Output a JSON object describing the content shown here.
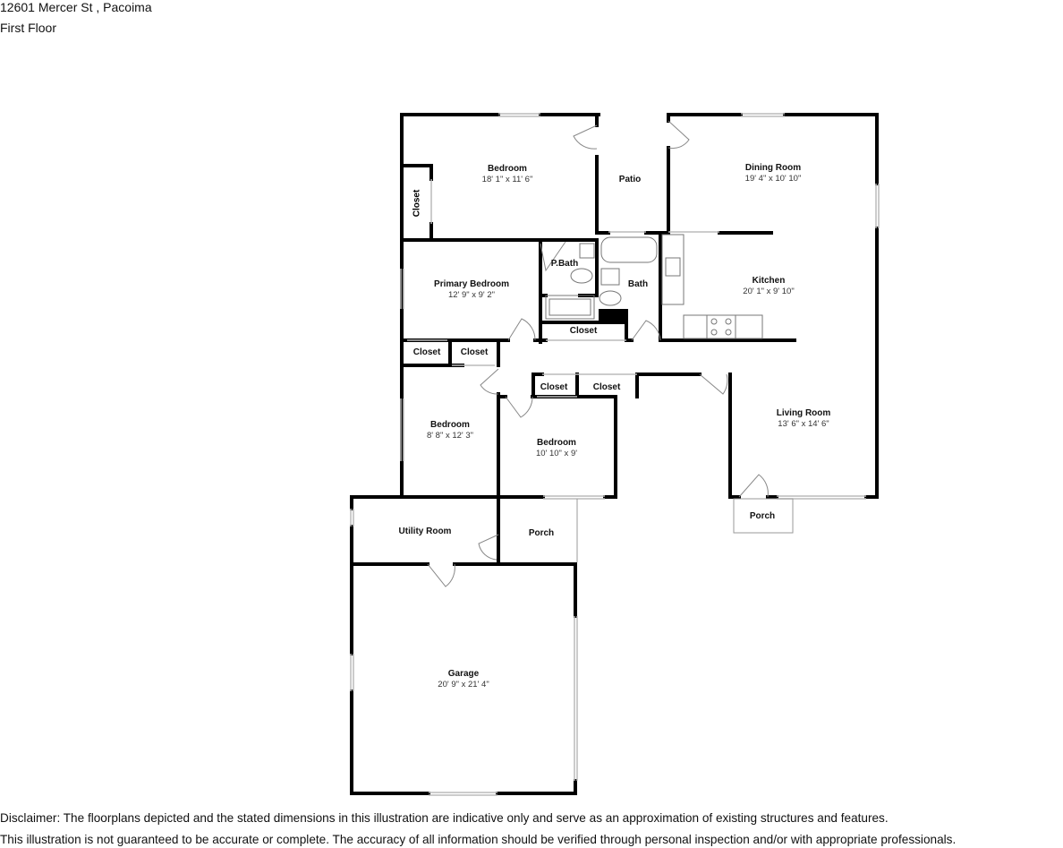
{
  "header": {
    "address": "12601 Mercer St , Pacoima",
    "floor": "First Floor"
  },
  "rooms": {
    "bedroom_top": {
      "name": "Bedroom",
      "dims": "18' 1\" x 11' 6\""
    },
    "closet_top": {
      "name": "Closet"
    },
    "patio": {
      "name": "Patio"
    },
    "dining_room": {
      "name": "Dining Room",
      "dims": "19' 4\" x 10' 10\""
    },
    "primary_bedroom": {
      "name": "Primary Bedroom",
      "dims": "12' 9\" x 9' 2\""
    },
    "p_bath": {
      "name": "P.Bath"
    },
    "bath": {
      "name": "Bath"
    },
    "kitchen": {
      "name": "Kitchen",
      "dims": "20' 1\" x 9' 10\""
    },
    "closet_hall": {
      "name": "Closet"
    },
    "closet_left_1": {
      "name": "Closet"
    },
    "closet_left_2": {
      "name": "Closet"
    },
    "closet_mid_1": {
      "name": "Closet"
    },
    "closet_mid_2": {
      "name": "Closet"
    },
    "bedroom_left": {
      "name": "Bedroom",
      "dims": "8' 8\" x 12' 3\""
    },
    "bedroom_mid": {
      "name": "Bedroom",
      "dims": "10' 10\" x 9'"
    },
    "living_room": {
      "name": "Living Room",
      "dims": "13' 6\" x 14' 6\""
    },
    "porch_front": {
      "name": "Porch"
    },
    "utility_room": {
      "name": "Utility Room"
    },
    "porch_side": {
      "name": "Porch"
    },
    "garage": {
      "name": "Garage",
      "dims": "20' 9\" x 21' 4\""
    }
  },
  "disclaimer": {
    "line1": "Disclaimer: The floorplans depicted and the stated dimensions in this illustration are indicative only and serve as an approximation of existing structures and features.",
    "line2": "This illustration is not guaranteed to be accurate or complete. The accuracy of all information should be verified through personal inspection and/or with appropriate professionals."
  },
  "colors": {
    "wall": "#000000",
    "window": "#bbbbbb",
    "fixture": "#777777"
  }
}
